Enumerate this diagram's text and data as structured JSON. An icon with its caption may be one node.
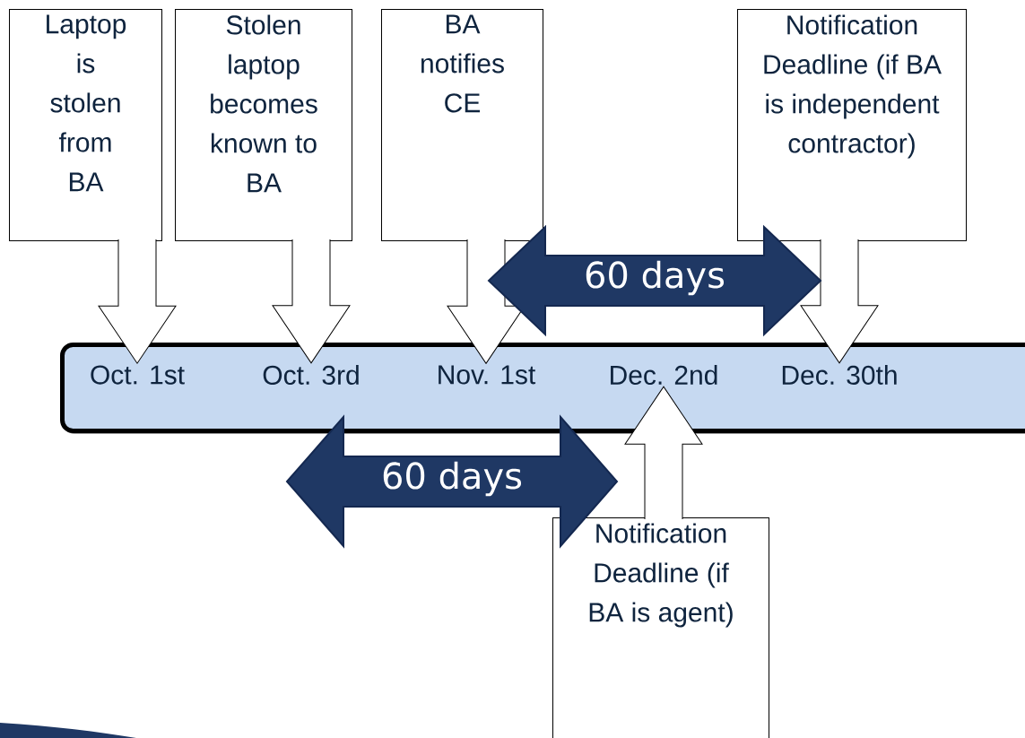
{
  "diagram": {
    "nodes": [
      {
        "text": [
          "Laptop is stolen from BA"
        ]
      },
      {
        "text": [
          "Stolen laptop becomes known to BA"
        ]
      },
      {
        "text": [
          "BA notifies CE"
        ]
      },
      {
        "text": [
          "Notification Deadline (if BA is independent contractor)"
        ]
      },
      {
        "text": [
          "Notification Deadline (if BA is agent)"
        ]
      },
      {
        "text": [],
        "shape": "bar"
      },
      {
        "text": [
          "Oct. 1st"
        ],
        "in": 5
      },
      {
        "text": [
          "Oct. 3rd"
        ],
        "in": 5
      },
      {
        "text": [
          "Nov. 1st"
        ],
        "in": 5
      },
      {
        "text": [
          "Dec. 2nd"
        ],
        "in": 5
      },
      {
        "text": [
          "Dec. 30th"
        ],
        "in": 5
      }
    ],
    "edges": [
      {
        "from": 0,
        "to": 6,
        "arrow": "to"
      },
      {
        "from": 1,
        "to": 7,
        "arrow": "to"
      },
      {
        "from": 2,
        "to": 8,
        "arrow": "to"
      },
      {
        "from": 3,
        "to": 10,
        "arrow": "to"
      },
      {
        "from": 4,
        "to": 9,
        "arrow": "to"
      }
    ],
    "labels": [
      "60 days",
      "60 days"
    ]
  }
}
